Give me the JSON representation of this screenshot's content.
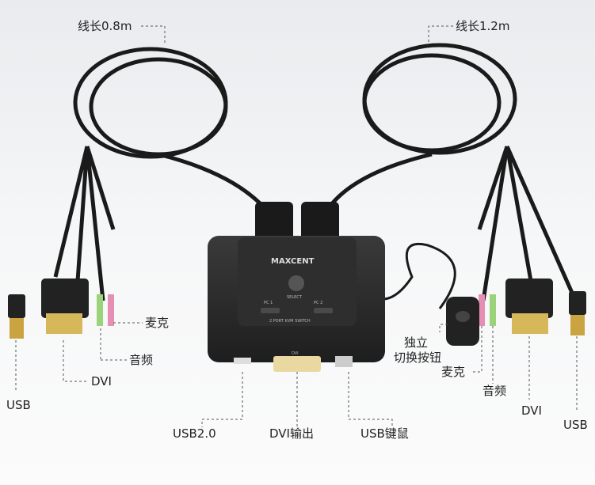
{
  "labels": {
    "cable_left": "线长0.8m",
    "cable_right": "线长1.2m",
    "left_mic": "麦克",
    "left_audio": "音频",
    "left_dvi": "DVI",
    "left_usb": "USB",
    "usb20": "USB2.0",
    "dvi_out": "DVI输出",
    "usb_km": "USB键鼠",
    "switch_button_line1": "独立",
    "switch_button_line2": "切换按钮",
    "right_mic": "麦克",
    "right_audio": "音频",
    "right_dvi": "DVI",
    "right_usb": "USB"
  },
  "device": {
    "brand": "MAXCENT",
    "select_label": "SELECT",
    "pc1": "PC 1",
    "pc2": "PC 2",
    "model": "2 PORT KVM SWITCH",
    "port_dvi": "DVI"
  },
  "colors": {
    "device": "#2b2b2b",
    "cable": "#1a1a1a",
    "mic_plug": "#e58fb5",
    "audio_plug": "#9bd27a",
    "connector_gold": "#d6b85a"
  }
}
